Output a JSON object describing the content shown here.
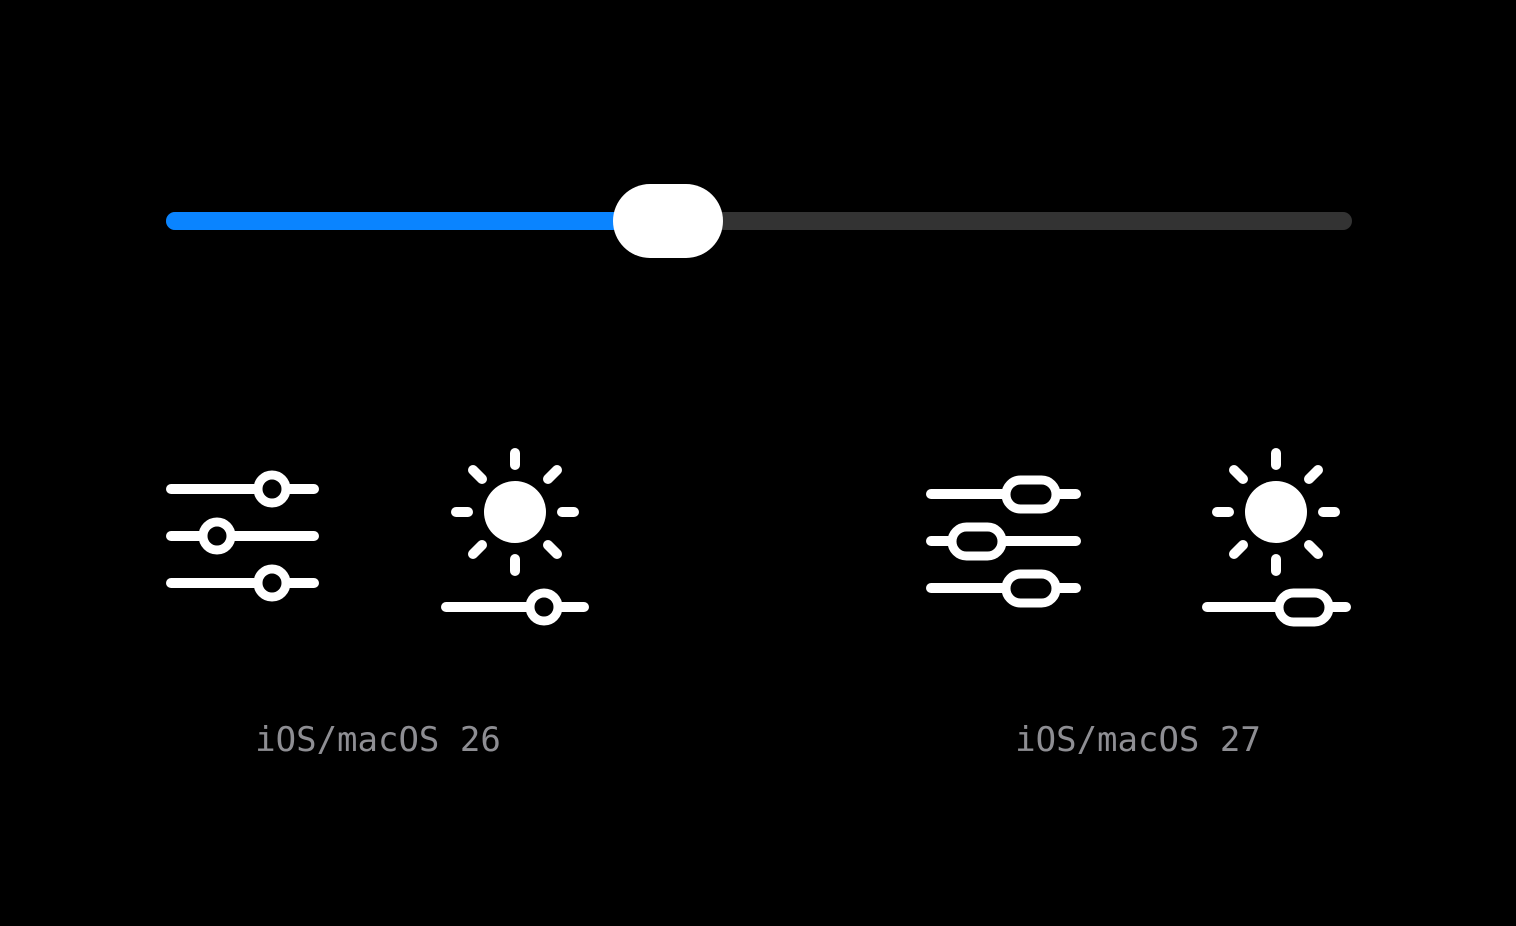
{
  "slider": {
    "value": 0.415,
    "fill_color": "#0A84FF",
    "track_color": "#333333",
    "thumb_color": "#FFFFFF"
  },
  "groups": [
    {
      "caption": "iOS/macOS 26",
      "icons": [
        "sliders-horizontal-icon",
        "brightness-slider-icon"
      ],
      "knob_style": "circle"
    },
    {
      "caption": "iOS/macOS 27",
      "icons": [
        "sliders-horizontal-icon",
        "brightness-slider-icon"
      ],
      "knob_style": "capsule"
    }
  ],
  "colors": {
    "background": "#000000",
    "icon": "#FFFFFF",
    "caption": "#8E8E93"
  }
}
